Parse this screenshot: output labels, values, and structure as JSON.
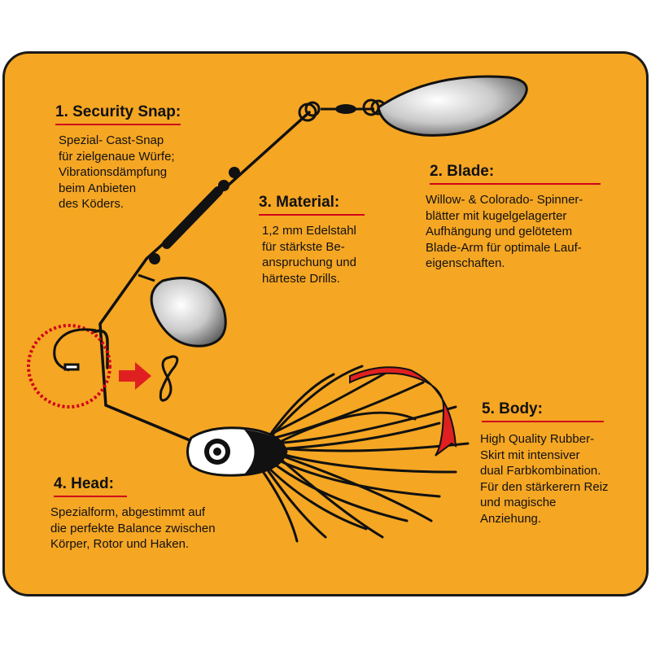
{
  "colors": {
    "background": "#f5a623",
    "underline": "#d0021b",
    "hook": "#e02020",
    "text": "#111111"
  },
  "sections": [
    {
      "heading": "1. Security Snap:",
      "lines": [
        "Spezial- Cast-Snap",
        "für zielgenaue Würfe;",
        "Vibrationsdämpfung",
        "beim Anbieten",
        "des Köders."
      ]
    },
    {
      "heading": "2.  Blade:",
      "lines": [
        "Willow- & Colorado- Spinner-",
        "blätter mit kugelgelagerter",
        "Aufhängung und gelötetem",
        "Blade-Arm für optimale Lauf-",
        "eigenschaften."
      ]
    },
    {
      "heading": "3.  Material:",
      "lines": [
        "1,2 mm Edelstahl",
        "für stärkste Be-",
        "anspruchung und",
        "härteste Drills."
      ]
    },
    {
      "heading": "4.  Head:",
      "lines": [
        "Spezialform, abgestimmt auf",
        "die perfekte Balance zwischen",
        "Körper, Rotor und Haken."
      ]
    },
    {
      "heading": "5.  Body:",
      "lines": [
        "High Quality Rubber-",
        "Skirt mit intensiver",
        "dual Farbkombination.",
        "Für den stärkerern Reiz",
        "und magische",
        "Anziehung."
      ]
    }
  ]
}
